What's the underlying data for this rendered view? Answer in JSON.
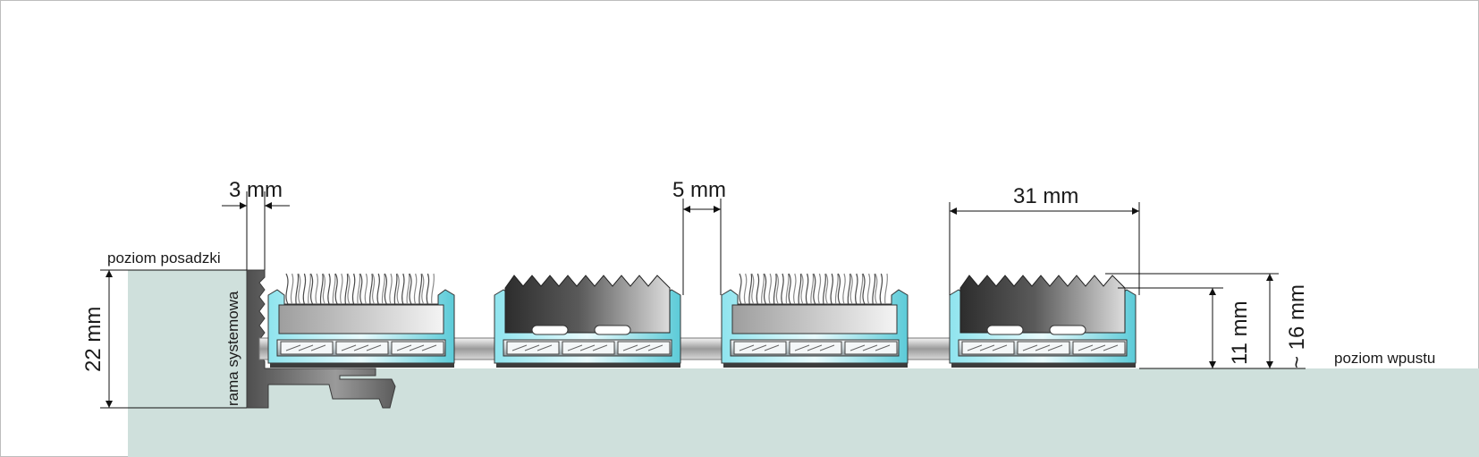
{
  "labels": {
    "gap_left": "3 mm",
    "gap_mid": "5 mm",
    "profile_width": "31 mm",
    "floor_level": "poziom posadzki",
    "recess_level": "poziom wpustu",
    "system_frame": "rama systemowa",
    "total_height": "22 mm",
    "profile_height": "11 mm",
    "max_height": "~ 16 mm"
  },
  "colors": {
    "floor": "#cfe0dc",
    "aluminium": "#c8d4d8",
    "cyan_accent": "#6ad3de",
    "rubber_dark": "#3c3c3c",
    "brush": "#9a9a9a",
    "frame": "#6e6e6e"
  },
  "profiles": [
    {
      "type": "brush-insert"
    },
    {
      "type": "rubber-insert"
    },
    {
      "type": "brush-insert"
    },
    {
      "type": "rubber-insert"
    }
  ]
}
